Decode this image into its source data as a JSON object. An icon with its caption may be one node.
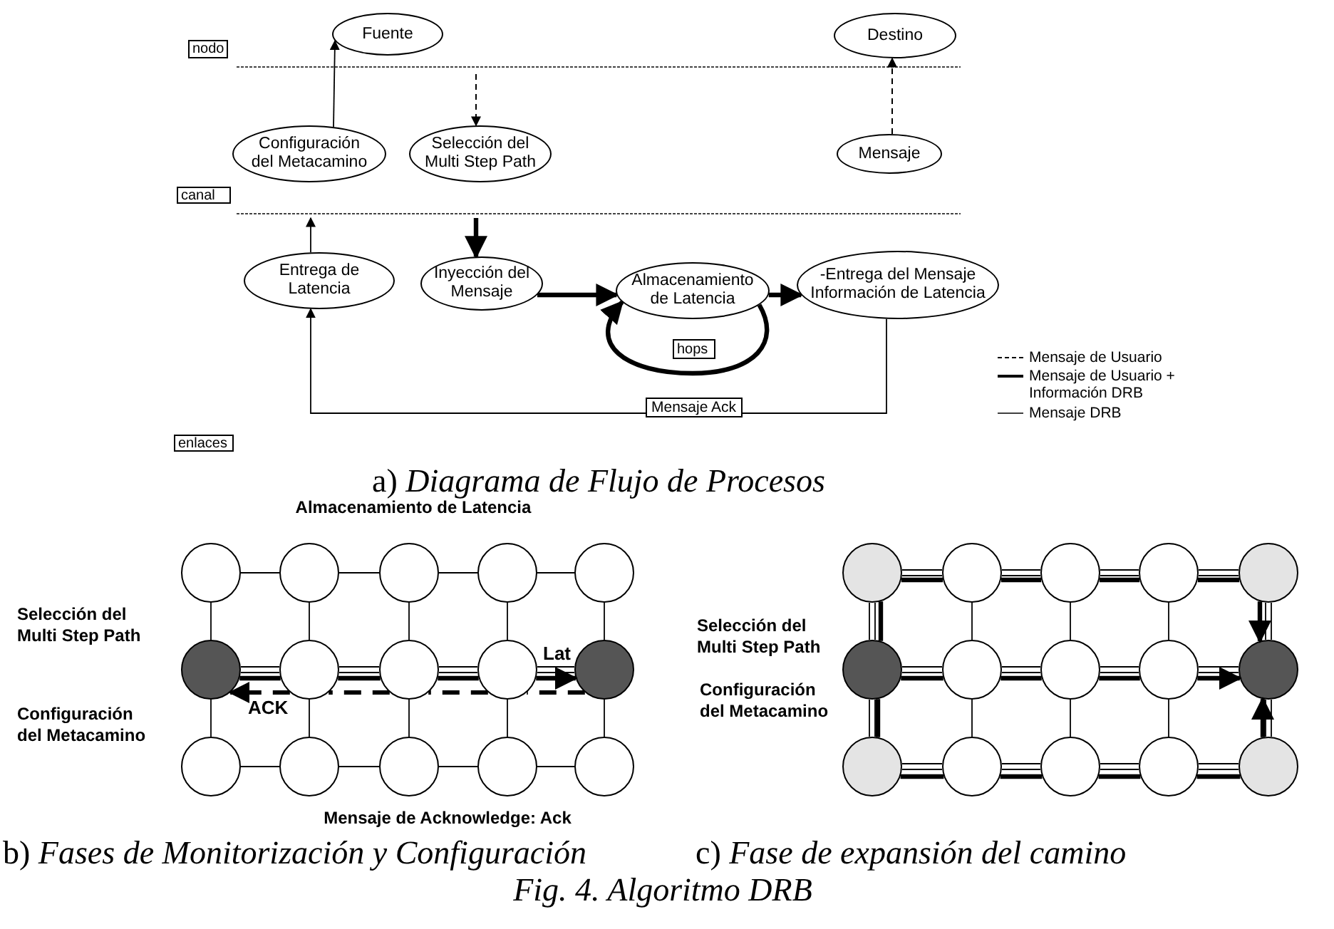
{
  "diagram": {
    "caption": "Fig. 4. Algoritmo DRB",
    "nodes": [
      {
        "text": [
          "Fuente"
        ]
      },
      {
        "text": [
          "Destino"
        ]
      },
      {
        "text": [
          "nodo"
        ]
      },
      {
        "text": [
          "Configuración del Metacamino"
        ]
      },
      {
        "text": [
          "Selección del Multi Step Path"
        ]
      },
      {
        "text": [
          "Mensaje"
        ]
      },
      {
        "text": [
          "canal"
        ]
      },
      {
        "text": [
          "Entrega de Latencia"
        ]
      },
      {
        "text": [
          "Inyección del Mensaje"
        ]
      },
      {
        "text": [
          "Almacenamiento de Latencia"
        ]
      },
      {
        "text": [
          "-Entrega del Mensaje Información de Latencia"
        ]
      },
      {
        "text": [
          "enlaces"
        ]
      },
      {
        "text": [],
        "shape": "circle"
      },
      {
        "text": [],
        "shape": "circle"
      },
      {
        "text": [],
        "shape": "circle"
      },
      {
        "text": [],
        "shape": "circle"
      },
      {
        "text": [
          "hops"
        ]
      },
      {
        "text": [],
        "shape": "circle"
      },
      {
        "text": [],
        "shape": "circle"
      },
      {
        "text": [],
        "shape": "circle"
      },
      {
        "text": [],
        "shape": "circle"
      },
      {
        "text": [],
        "shape": "circle"
      },
      {
        "text": [],
        "shape": "circle"
      },
      {
        "text": [],
        "shape": "circle"
      },
      {
        "text": [],
        "shape": "circle"
      },
      {
        "text": [],
        "shape": "circle"
      },
      {
        "text": [],
        "shape": "circle"
      },
      {
        "text": [],
        "shape": "circle"
      },
      {
        "text": [],
        "shape": "circle"
      },
      {
        "text": [],
        "shape": "circle"
      },
      {
        "text": [],
        "shape": "circle"
      },
      {
        "text": [],
        "shape": "circle"
      },
      {
        "text": [],
        "shape": "circle"
      },
      {
        "text": [],
        "shape": "circle"
      },
      {
        "text": [],
        "shape": "circle"
      },
      {
        "text": [],
        "shape": "circle"
      },
      {
        "text": [],
        "shape": "circle"
      },
      {
        "text": [],
        "shape": "circle"
      },
      {
        "text": [],
        "shape": "circle"
      },
      {
        "text": [],
        "shape": "circle"
      },
      {
        "text": [],
        "shape": "circle"
      },
      {
        "text": [],
        "shape": "circle"
      },
      {
        "text": [],
        "shape": "circle"
      }
    ],
    "edges": [
      {
        "from": 3,
        "to": 0,
        "arrow": "to"
      },
      {
        "from": null,
        "to": 4,
        "arrow": "to",
        "style": "dashed"
      },
      {
        "from": 5,
        "to": 1,
        "arrow": "to",
        "style": "dashed"
      },
      {
        "from": 7,
        "to": null,
        "arrow": "to"
      },
      {
        "from": null,
        "to": 8,
        "arrow": "to",
        "style": "thick"
      },
      {
        "from": 8,
        "to": 9,
        "arrow": "to",
        "style": "thick"
      },
      {
        "from": 9,
        "to": 10,
        "arrow": "to",
        "style": "thick"
      },
      {
        "from": 9,
        "to": 9,
        "arrow": "to",
        "style": "thick"
      },
      {
        "from": 10,
        "to": 7,
        "arrow": "to",
        "label": "Mensaje Ack"
      },
      {
        "from": 12,
        "to": 22,
        "arrow": "none",
        "style": "thick"
      },
      {
        "from": 22,
        "to": 23,
        "arrow": "none",
        "style": "thick"
      },
      {
        "from": 23,
        "to": 24,
        "arrow": "none",
        "style": "thick"
      },
      {
        "from": 24,
        "to": 13,
        "arrow": "to",
        "style": "thick",
        "label": "Lat"
      },
      {
        "from": 13,
        "to": 24,
        "arrow": "none",
        "style": "dashed"
      },
      {
        "from": 24,
        "to": 23,
        "arrow": "none",
        "style": "dashed"
      },
      {
        "from": 23,
        "to": 22,
        "arrow": "none",
        "style": "dashed"
      },
      {
        "from": 22,
        "to": 12,
        "arrow": "to",
        "style": "dashed",
        "label": "ACK"
      },
      {
        "from": 14,
        "to": 30,
        "arrow": "none",
        "style": "thick"
      },
      {
        "from": 30,
        "to": 31,
        "arrow": "none",
        "style": "thick"
      },
      {
        "from": 31,
        "to": 32,
        "arrow": "none",
        "style": "thick"
      },
      {
        "from": 32,
        "to": 33,
        "arrow": "none",
        "style": "thick"
      },
      {
        "from": 33,
        "to": 34,
        "arrow": "none",
        "style": "thick"
      },
      {
        "from": 34,
        "to": 15,
        "arrow": "to",
        "style": "thick"
      },
      {
        "from": 14,
        "to": 35,
        "arrow": "none",
        "style": "thick"
      },
      {
        "from": 35,
        "to": 36,
        "arrow": "none",
        "style": "thick"
      },
      {
        "from": 36,
        "to": 37,
        "arrow": "none",
        "style": "thick"
      },
      {
        "from": 37,
        "to": 15,
        "arrow": "to",
        "style": "thick"
      },
      {
        "from": 14,
        "to": 38,
        "arrow": "none",
        "style": "thick"
      },
      {
        "from": 38,
        "to": 39,
        "arrow": "none",
        "style": "thick"
      },
      {
        "from": 39,
        "to": 40,
        "arrow": "none",
        "style": "thick"
      },
      {
        "from": 40,
        "to": 41,
        "arrow": "none",
        "style": "thick"
      },
      {
        "from": 41,
        "to": 42,
        "arrow": "none",
        "style": "thick"
      },
      {
        "from": 42,
        "to": 15,
        "arrow": "to",
        "style": "thick"
      },
      {
        "from": 17,
        "to": 18,
        "arrow": "none"
      },
      {
        "from": 18,
        "to": 19,
        "arrow": "none"
      },
      {
        "from": 19,
        "to": 20,
        "arrow": "none"
      },
      {
        "from": 20,
        "to": 21,
        "arrow": "none"
      },
      {
        "from": 12,
        "to": 22,
        "arrow": "none"
      },
      {
        "from": 22,
        "to": 23,
        "arrow": "none"
      },
      {
        "from": 23,
        "to": 24,
        "arrow": "none"
      },
      {
        "from": 24,
        "to": 13,
        "arrow": "none"
      },
      {
        "from": 25,
        "to": 26,
        "arrow": "none"
      },
      {
        "from": 26,
        "to": 27,
        "arrow": "none"
      },
      {
        "from": 27,
        "to": 28,
        "arrow": "none"
      },
      {
        "from": 28,
        "to": 29,
        "arrow": "none"
      },
      {
        "from": 17,
        "to": 12,
        "arrow": "none"
      },
      {
        "from": 18,
        "to": 22,
        "arrow": "none"
      },
      {
        "from": 19,
        "to": 23,
        "arrow": "none"
      },
      {
        "from": 20,
        "to": 24,
        "arrow": "none"
      },
      {
        "from": 21,
        "to": 13,
        "arrow": "none"
      },
      {
        "from": 12,
        "to": 25,
        "arrow": "none"
      },
      {
        "from": 22,
        "to": 26,
        "arrow": "none"
      },
      {
        "from": 23,
        "to": 27,
        "arrow": "none"
      },
      {
        "from": 24,
        "to": 28,
        "arrow": "none"
      },
      {
        "from": 13,
        "to": 29,
        "arrow": "none"
      },
      {
        "from": 30,
        "to": 31,
        "arrow": "none"
      },
      {
        "from": 31,
        "to": 32,
        "arrow": "none"
      },
      {
        "from": 32,
        "to": 33,
        "arrow": "none"
      },
      {
        "from": 33,
        "to": 34,
        "arrow": "none"
      },
      {
        "from": 14,
        "to": 35,
        "arrow": "none"
      },
      {
        "from": 35,
        "to": 36,
        "arrow": "none"
      },
      {
        "from": 36,
        "to": 37,
        "arrow": "none"
      },
      {
        "from": 37,
        "to": 15,
        "arrow": "none"
      },
      {
        "from": 38,
        "to": 39,
        "arrow": "none"
      },
      {
        "from": 39,
        "to": 40,
        "arrow": "none"
      },
      {
        "from": 40,
        "to": 41,
        "arrow": "none"
      },
      {
        "from": 41,
        "to": 42,
        "arrow": "none"
      },
      {
        "from": 30,
        "to": 14,
        "arrow": "none"
      },
      {
        "from": 31,
        "to": 35,
        "arrow": "none"
      },
      {
        "from": 32,
        "to": 36,
        "arrow": "none"
      },
      {
        "from": 33,
        "to": 37,
        "arrow": "none"
      },
      {
        "from": 34,
        "to": 15,
        "arrow": "none"
      },
      {
        "from": 14,
        "to": 38,
        "arrow": "none"
      },
      {
        "from": 35,
        "to": 39,
        "arrow": "none"
      },
      {
        "from": 36,
        "to": 40,
        "arrow": "none"
      },
      {
        "from": 37,
        "to": 41,
        "arrow": "none"
      },
      {
        "from": 15,
        "to": 42,
        "arrow": "none"
      }
    ],
    "labels": [
      "a) *Diagrama de Flujo de Procesos*",
      "Almacenamiento de Latencia",
      "Selección del Multi Step Path",
      "Selección del Multi Step Path",
      "Configuración del Metacamino",
      "Configuración del Metacamino",
      "Mensaje de Acknowledge: Ack",
      "b) *Fases de Monitorización y Configuración*",
      "c) *Fase de expansión del camino*"
    ],
    "legend": [
      {
        "text": "Mensaje de Usuario"
      },
      {
        "text": "Mensaje de Usuario + Información DRB"
      },
      {
        "text": "Mensaje DRB"
      }
    ]
  }
}
